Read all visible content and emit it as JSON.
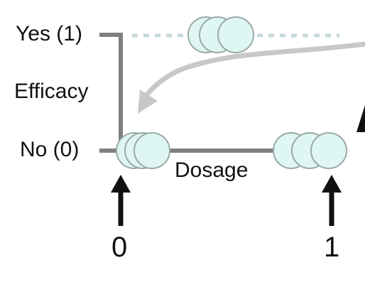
{
  "labels": {
    "yes": "Yes (1)",
    "no": "No (0)",
    "y_axis": "Efficacy",
    "x_axis": "Dosage",
    "tick_left": "0",
    "tick_right": "1"
  },
  "colors": {
    "line": "#808080",
    "dotted": "#c8d8dc",
    "curve": "#c8c8c8",
    "circle_fill": "#dff7f2",
    "circle_stroke": "#9aa8a8",
    "arrow": "#111111"
  },
  "icons": {
    "sample_cluster": "overlapping-circles-icon",
    "pointer_arrow": "up-arrow-icon",
    "trend_curve": "curved-arrow-icon"
  }
}
